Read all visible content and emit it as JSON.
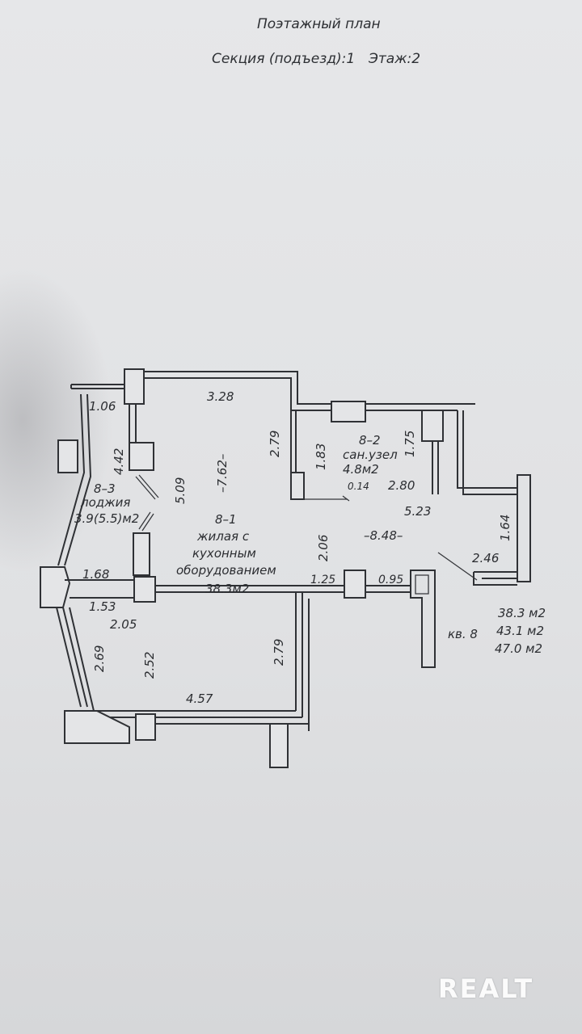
{
  "header": {
    "title": "Поэтажный план",
    "section": "Секция (подъезд):1",
    "floor": "Этаж:2"
  },
  "plan": {
    "dims": {
      "d_1_06": "1.06",
      "d_3_28": "3.28",
      "d_4_42": "4.42",
      "d_7_62": "–7.62–",
      "d_2_79_top": "2.79",
      "d_1_83": "1.83",
      "d_1_75": "1.75",
      "d_0_14": "0.14",
      "d_2_80": "2.80",
      "d_5_09": "5.09",
      "d_5_23": "5.23",
      "d_1_64": "1.64",
      "d_2_06": "2.06",
      "d_8_48": "–8.48–",
      "d_2_46": "2.46",
      "d_1_68": "1.68",
      "d_1_25": "1.25",
      "d_0_95": "0.95",
      "d_1_53": "1.53",
      "d_2_05": "2.05",
      "d_2_69": "2.69",
      "d_2_52": "2.52",
      "d_2_79_bottom": "2.79",
      "d_4_57": "4.57"
    },
    "rooms": {
      "loggia": {
        "code": "8–3",
        "name": "лоджия",
        "area": "3.9(5.5)м2"
      },
      "living": {
        "code": "8–1",
        "name_line1": "жилая с",
        "name_line2": "кухонным",
        "name_line3": "оборудованием",
        "area": "38.3м2"
      },
      "bathroom": {
        "code": "8–2",
        "name": "сан.узел",
        "area": "4.8м2"
      }
    },
    "apartment": {
      "label": "кв. 8",
      "area_living": "38.3 м2",
      "area_total": "43.1 м2",
      "area_with_loggia": "47.0 м2"
    }
  },
  "watermark": {
    "text": "REALT"
  }
}
